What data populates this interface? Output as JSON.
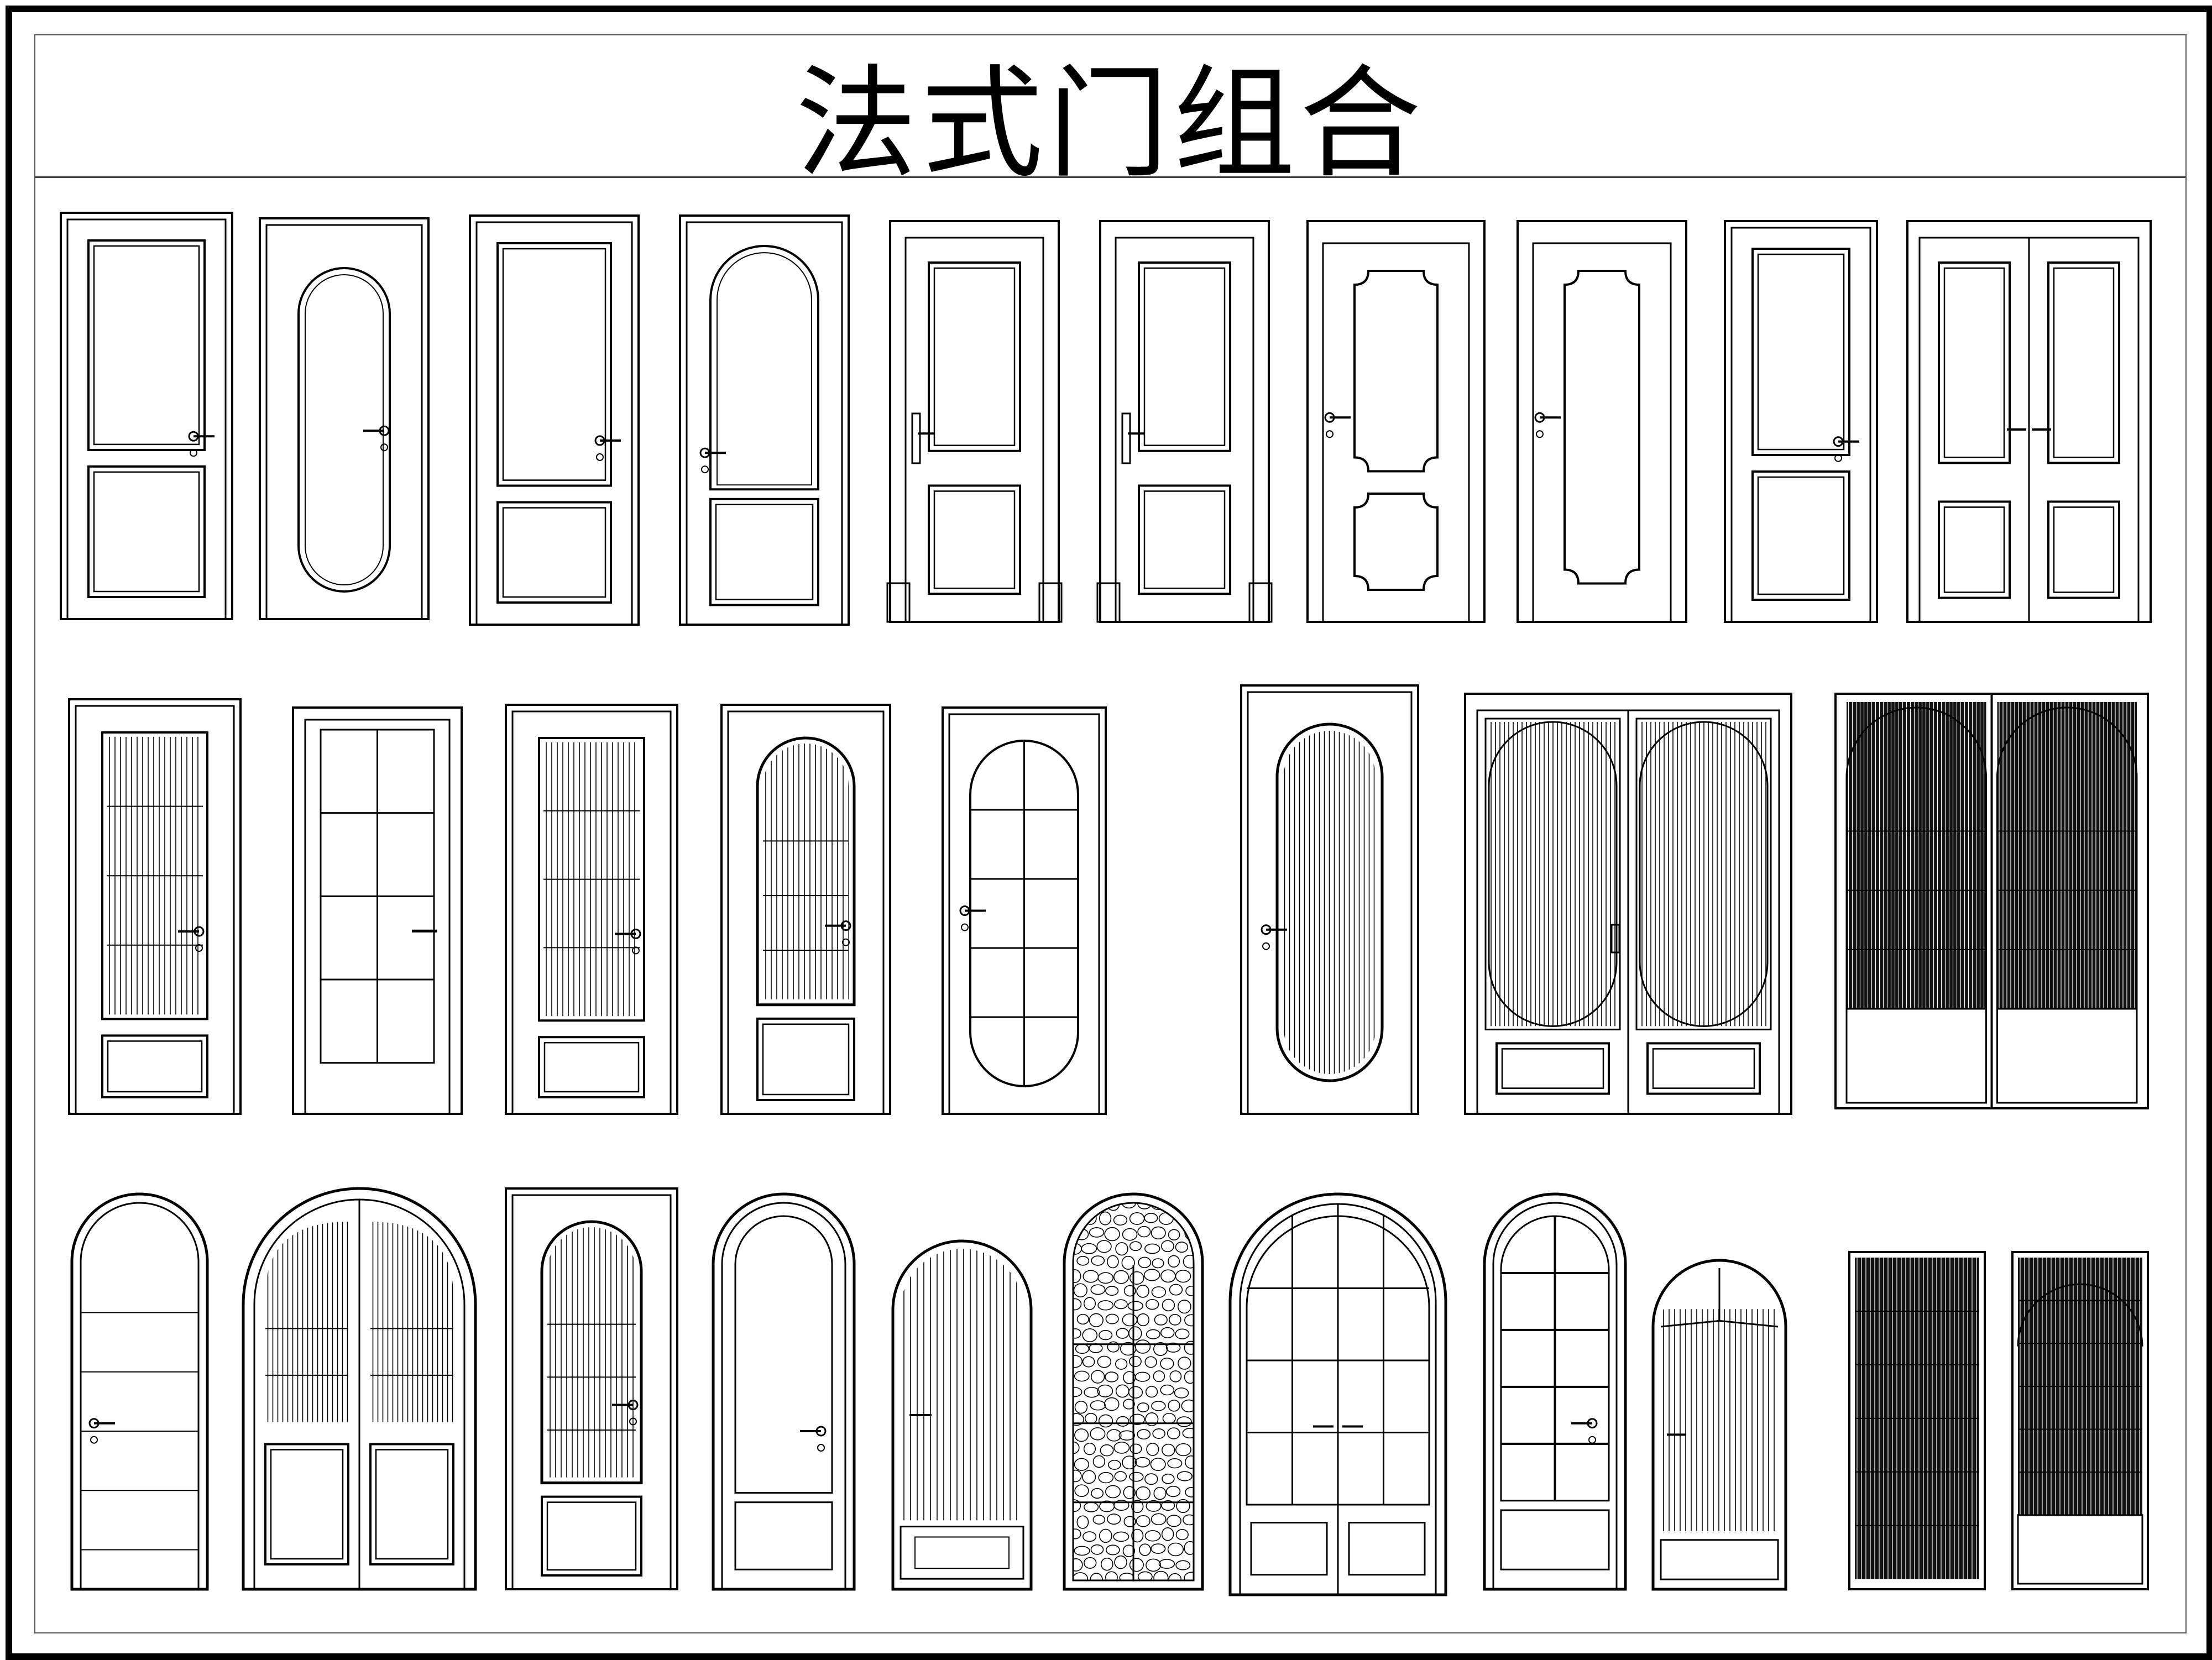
{
  "sheet": {
    "title": "法式门组合"
  },
  "palette": {
    "line": "#000000",
    "background": "#ffffff",
    "fill_dark": "#111111"
  },
  "doors": [
    {
      "row": 1,
      "style": "two-panel"
    },
    {
      "row": 1,
      "style": "oval-glass"
    },
    {
      "row": 1,
      "style": "tall-panel"
    },
    {
      "row": 1,
      "style": "arched-panel"
    },
    {
      "row": 1,
      "style": "two-panel-with-trim"
    },
    {
      "row": 1,
      "style": "two-panel-with-trim"
    },
    {
      "row": 1,
      "style": "curved-corner-panel"
    },
    {
      "row": 1,
      "style": "curved-corner-panel"
    },
    {
      "row": 1,
      "style": "two-panel"
    },
    {
      "row": 1,
      "style": "double-panel"
    },
    {
      "row": 2,
      "style": "fluted-glass"
    },
    {
      "row": 2,
      "style": "grid-glass"
    },
    {
      "row": 2,
      "style": "fluted-glass"
    },
    {
      "row": 2,
      "style": "arched-fluted"
    },
    {
      "row": 2,
      "style": "oval-grid"
    },
    {
      "row": 2,
      "style": "oval-fluted"
    },
    {
      "row": 2,
      "style": "double-oval-fluted"
    },
    {
      "row": 2,
      "style": "double-arched-fluted-dark"
    },
    {
      "row": 3,
      "style": "arched-bars"
    },
    {
      "row": 3,
      "style": "arched-double-fluted"
    },
    {
      "row": 3,
      "style": "arched-fluted"
    },
    {
      "row": 3,
      "style": "arched-plain"
    },
    {
      "row": 3,
      "style": "arched-fluted-light"
    },
    {
      "row": 3,
      "style": "arched-pebble"
    },
    {
      "row": 3,
      "style": "arched-double-grid"
    },
    {
      "row": 3,
      "style": "arched-grid"
    },
    {
      "row": 3,
      "style": "arched-sunburst"
    },
    {
      "row": 3,
      "style": "dark-fluted"
    },
    {
      "row": 3,
      "style": "dark-fluted-arch"
    }
  ]
}
